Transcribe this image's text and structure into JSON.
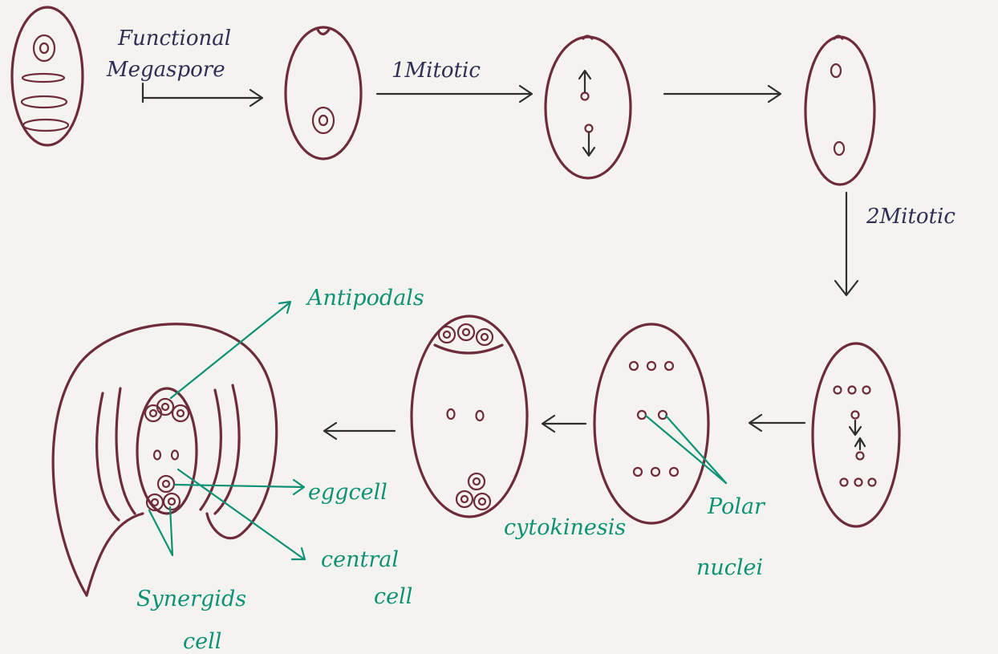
{
  "labels": {
    "functional": "Functional",
    "megaspore": "Megaspore",
    "mitotic_1": "1Mitotic",
    "mitotic_2": "2Mitotic",
    "antipodals": "Antipodals",
    "egg_cell": "eggcell",
    "central": "central",
    "central_cell": "cell",
    "synergids": "Synergids",
    "synergids_cell": "cell",
    "cytokinesis": "cytokinesis",
    "polar": "Polar",
    "nuclei": "nuclei"
  },
  "colors": {
    "outline": "#6e2b3a",
    "annotation": "#0d9275",
    "arrow": "#2e2e2e",
    "paper": "#f4f3ef"
  }
}
